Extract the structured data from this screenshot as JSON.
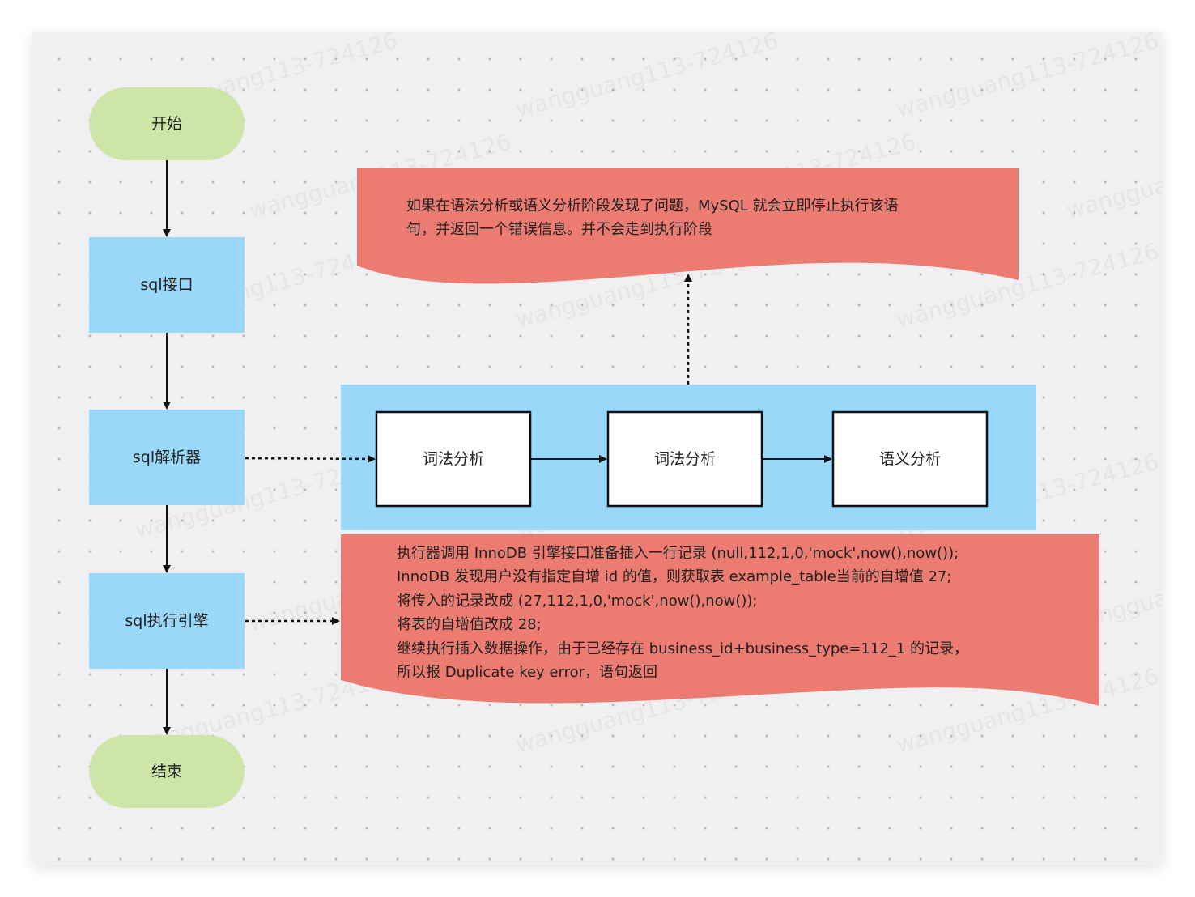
{
  "flow": {
    "start": "开始",
    "sql_interface": "sql接口",
    "sql_parser": "sql解析器",
    "sql_engine": "sql执行引擎",
    "end": "结束"
  },
  "parser_stages": {
    "stage1": "词法分析",
    "stage2": "词法分析",
    "stage3": "语义分析"
  },
  "error_note": {
    "lines": [
      "如果在语法分析或语义分析阶段发现了问题，MySQL 就会立即停止执行该语",
      "句，并返回一个错误信息。并不会走到执行阶段"
    ]
  },
  "engine_note": {
    "lines": [
      "执行器调用 InnoDB 引擎接口准备插入一行记录  (null,112,1,0,'mock',now(),now());",
      "InnoDB 发现用户没有指定自增 id 的值，则获取表 example_table当前的自增值 27;",
      "将传入的记录改成  (27,112,1,0,'mock',now(),now());",
      "将表的自增值改成 28;",
      "继续执行插入数据操作，由于已经存在 business_id+business_type=112_1 的记录，",
      "所以报 Duplicate key error，语句返回"
    ]
  },
  "watermark": "wangguang113-724126",
  "colors": {
    "terminal_fill": "#cde6a8",
    "process_fill": "#99d8f8",
    "note_fill": "#ec7c72",
    "stage_fill": "#ffffff",
    "line": "#111111"
  }
}
